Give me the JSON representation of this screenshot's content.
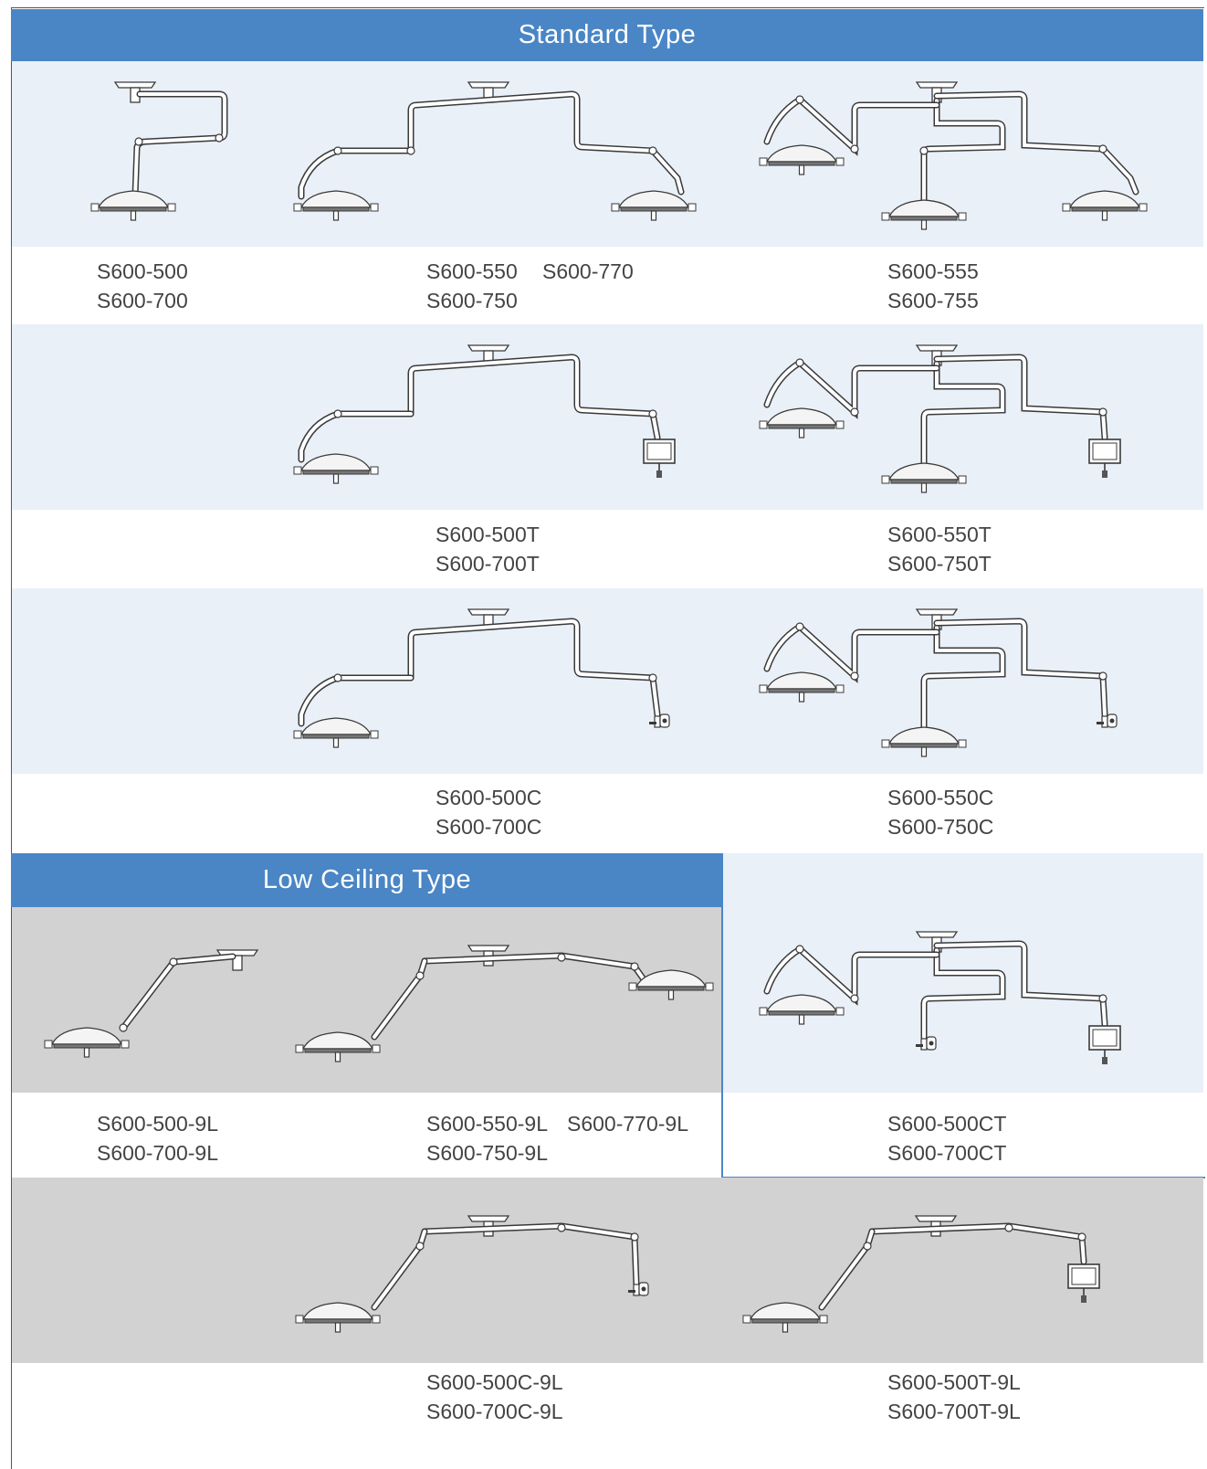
{
  "headers": {
    "standard": "Standard Type",
    "low_ceiling": "Low Ceiling Type"
  },
  "labels": {
    "r1c1": [
      "S600-500",
      "S600-700"
    ],
    "r1c2a": [
      "S600-550",
      "S600-750"
    ],
    "r1c2b": "S600-770",
    "r1c3": [
      "S600-555",
      "S600-755"
    ],
    "r2c2": [
      "S600-500T",
      "S600-700T"
    ],
    "r2c3": [
      "S600-550T",
      "S600-750T"
    ],
    "r3c2": [
      "S600-500C",
      "S600-700C"
    ],
    "r3c3": [
      "S600-550C",
      "S600-750C"
    ],
    "r4c1": [
      "S600-500-9L",
      "S600-700-9L"
    ],
    "r4c2a": [
      "S600-550-9L",
      "S600-750-9L"
    ],
    "r4c2b": "S600-770-9L",
    "r4c3": [
      "S600-500CT",
      "S600-700CT"
    ],
    "r5c2": [
      "S600-500C-9L",
      "S600-700C-9L"
    ],
    "r5c3": [
      "S600-500T-9L",
      "S600-700T-9L"
    ]
  },
  "colors": {
    "header": "#4a86c5",
    "light_band": "#e9f0f8",
    "grey_band": "#d2d2d2",
    "line": "#3a3a3a"
  }
}
